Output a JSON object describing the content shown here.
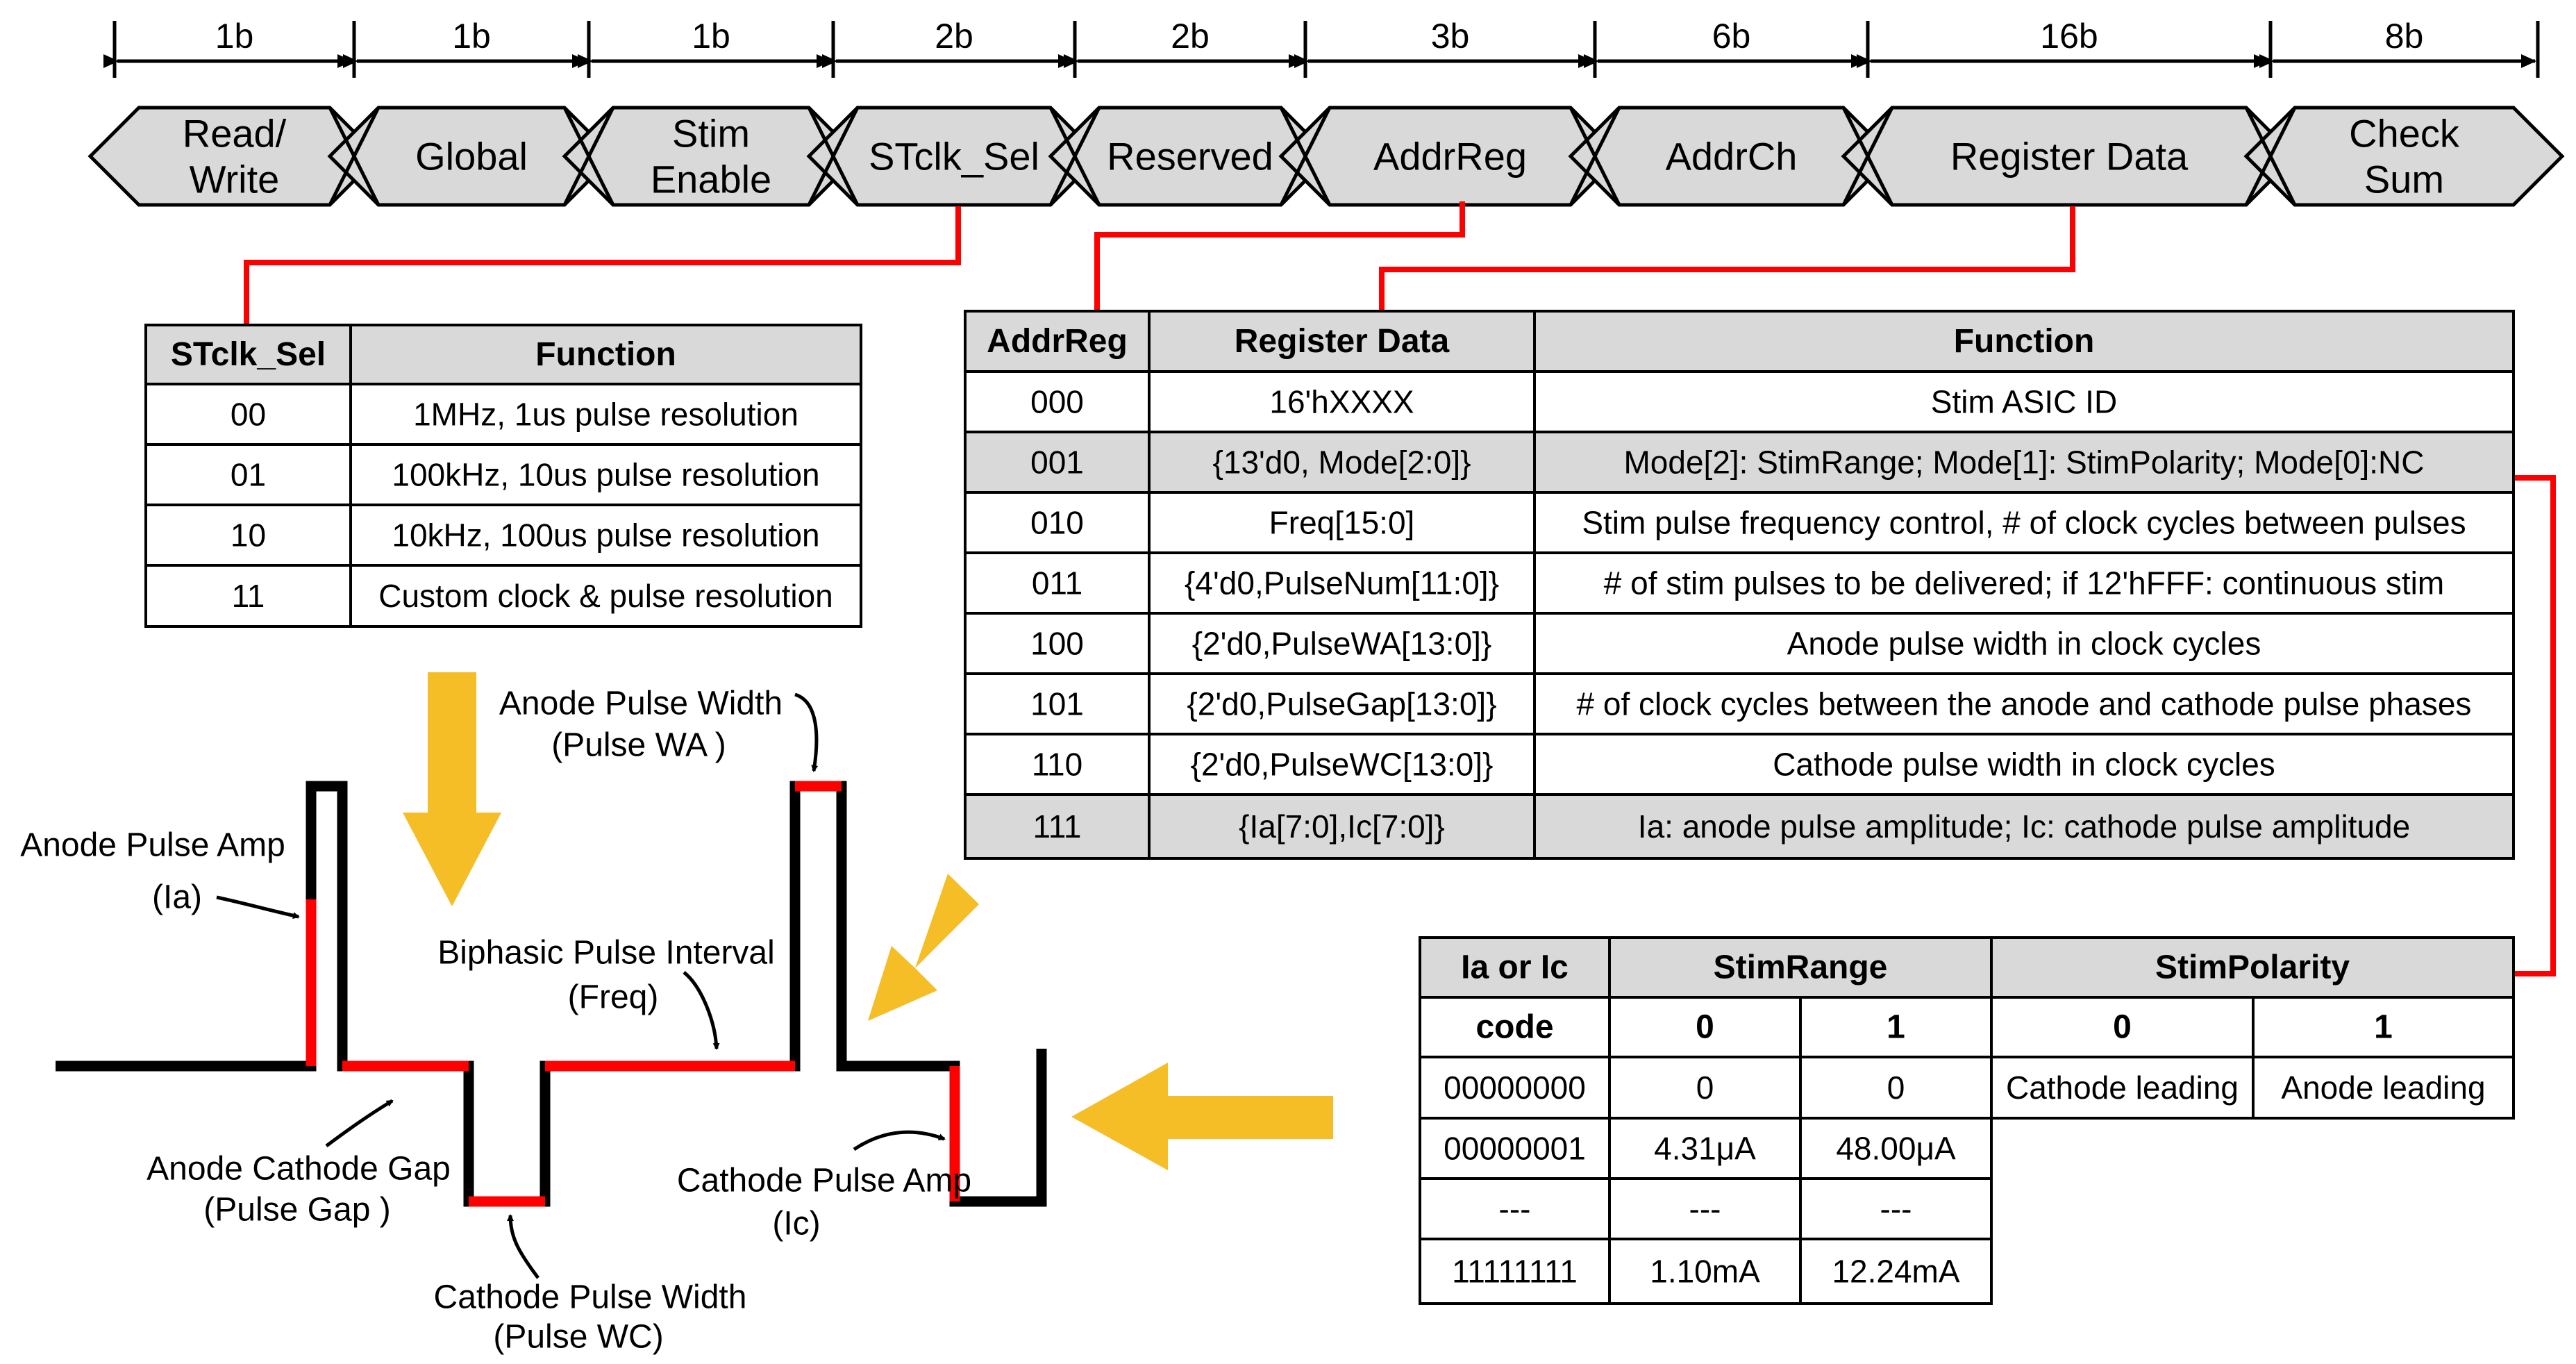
{
  "packet": {
    "fields": [
      {
        "width": "1b",
        "label": [
          "Read/",
          "Write"
        ]
      },
      {
        "width": "1b",
        "label": [
          "Global"
        ]
      },
      {
        "width": "1b",
        "label": [
          "Stim",
          "Enable"
        ]
      },
      {
        "width": "2b",
        "label": [
          "STclk_Sel"
        ]
      },
      {
        "width": "2b",
        "label": [
          "Reserved"
        ]
      },
      {
        "width": "3b",
        "label": [
          "AddrReg"
        ]
      },
      {
        "width": "6b",
        "label": [
          "AddrCh"
        ]
      },
      {
        "width": "16b",
        "label": [
          "Register Data"
        ]
      },
      {
        "width": "8b",
        "label": [
          "Check",
          "Sum"
        ]
      }
    ]
  },
  "stclk_table": {
    "headers": [
      "STclk_Sel",
      "Function"
    ],
    "rows": [
      [
        "00",
        "1MHz, 1us pulse resolution"
      ],
      [
        "01",
        "100kHz, 10us pulse resolution"
      ],
      [
        "10",
        "10kHz, 100us pulse resolution"
      ],
      [
        "11",
        "Custom clock & pulse resolution"
      ]
    ]
  },
  "register_table": {
    "headers": [
      "AddrReg",
      "Register Data",
      "Function"
    ],
    "rows": [
      [
        "000",
        "16'hXXXX",
        "Stim ASIC ID"
      ],
      [
        "001",
        "{13'd0, Mode[2:0]}",
        "Mode[2]: StimRange; Mode[1]: StimPolarity; Mode[0]:NC"
      ],
      [
        "010",
        "Freq[15:0]",
        "Stim pulse frequency control, # of clock cycles between pulses"
      ],
      [
        "011",
        "{4'd0,PulseNum[11:0]}",
        "# of stim pulses to be delivered; if 12'hFFF: continuous stim"
      ],
      [
        "100",
        "{2'd0,PulseWA[13:0]}",
        "Anode pulse width in clock cycles"
      ],
      [
        "101",
        "{2'd0,PulseGap[13:0]}",
        "# of clock cycles between the anode and cathode pulse phases"
      ],
      [
        "110",
        "{2'd0,PulseWC[13:0]}",
        "Cathode pulse width in clock cycles"
      ],
      [
        "111",
        "{Ia[7:0],Ic[7:0]}",
        "Ia: anode pulse amplitude; Ic: cathode pulse amplitude"
      ]
    ],
    "shaded_rows": [
      1,
      7
    ]
  },
  "amp_table": {
    "header1": [
      "Ia or Ic",
      "StimRange",
      "StimPolarity"
    ],
    "header2": [
      "code",
      "0",
      "1",
      "0",
      "1"
    ],
    "rows": [
      [
        "00000000",
        "0",
        "0",
        "Cathode leading",
        "Anode leading"
      ],
      [
        "00000001",
        "4.31μA",
        "48.00μA"
      ],
      [
        "---",
        "---",
        "---"
      ],
      [
        "11111111",
        "1.10mA",
        "12.24mA"
      ]
    ]
  },
  "waveform_labels": {
    "anode_pulse_width": [
      "Anode  Pulse Width",
      "(Pulse WA )"
    ],
    "anode_pulse_amp": [
      "Anode Pulse Amp",
      "(Ia)"
    ],
    "biphasic_interval": [
      "Biphasic Pulse  Interval",
      "(Freq)"
    ],
    "anode_cathode_gap": [
      "Anode  Cathode Gap",
      "(Pulse Gap )"
    ],
    "cathode_pulse_amp": [
      "Cathode Pulse Amp",
      "(Ic)"
    ],
    "cathode_pulse_width": [
      "Cathode Pulse Width",
      "(Pulse WC)"
    ]
  },
  "colors": {
    "highlight": "#ff0000",
    "arrow": "#f5bd26",
    "header_fill": "#d9d9d9",
    "row_shade": "#d9d9d9",
    "field_fill": "#d9d9d9"
  }
}
